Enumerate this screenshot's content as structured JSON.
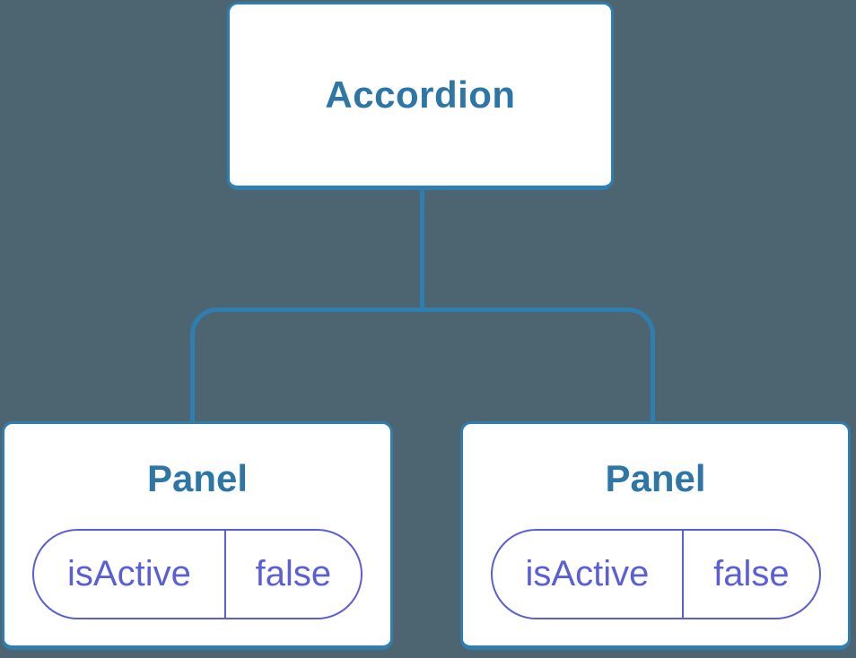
{
  "colors": {
    "background": "#4d6570",
    "connector_blue": "#2e7eb2",
    "node_text_blue": "#2e76a6",
    "state_purple": "#5b5fd6",
    "node_background": "#ffffff"
  },
  "tree": {
    "root": {
      "label": "Accordion"
    },
    "panels": [
      {
        "title": "Panel",
        "state": {
          "key": "isActive",
          "value": "false"
        }
      },
      {
        "title": "Panel",
        "state": {
          "key": "isActive",
          "value": "false"
        }
      }
    ]
  }
}
